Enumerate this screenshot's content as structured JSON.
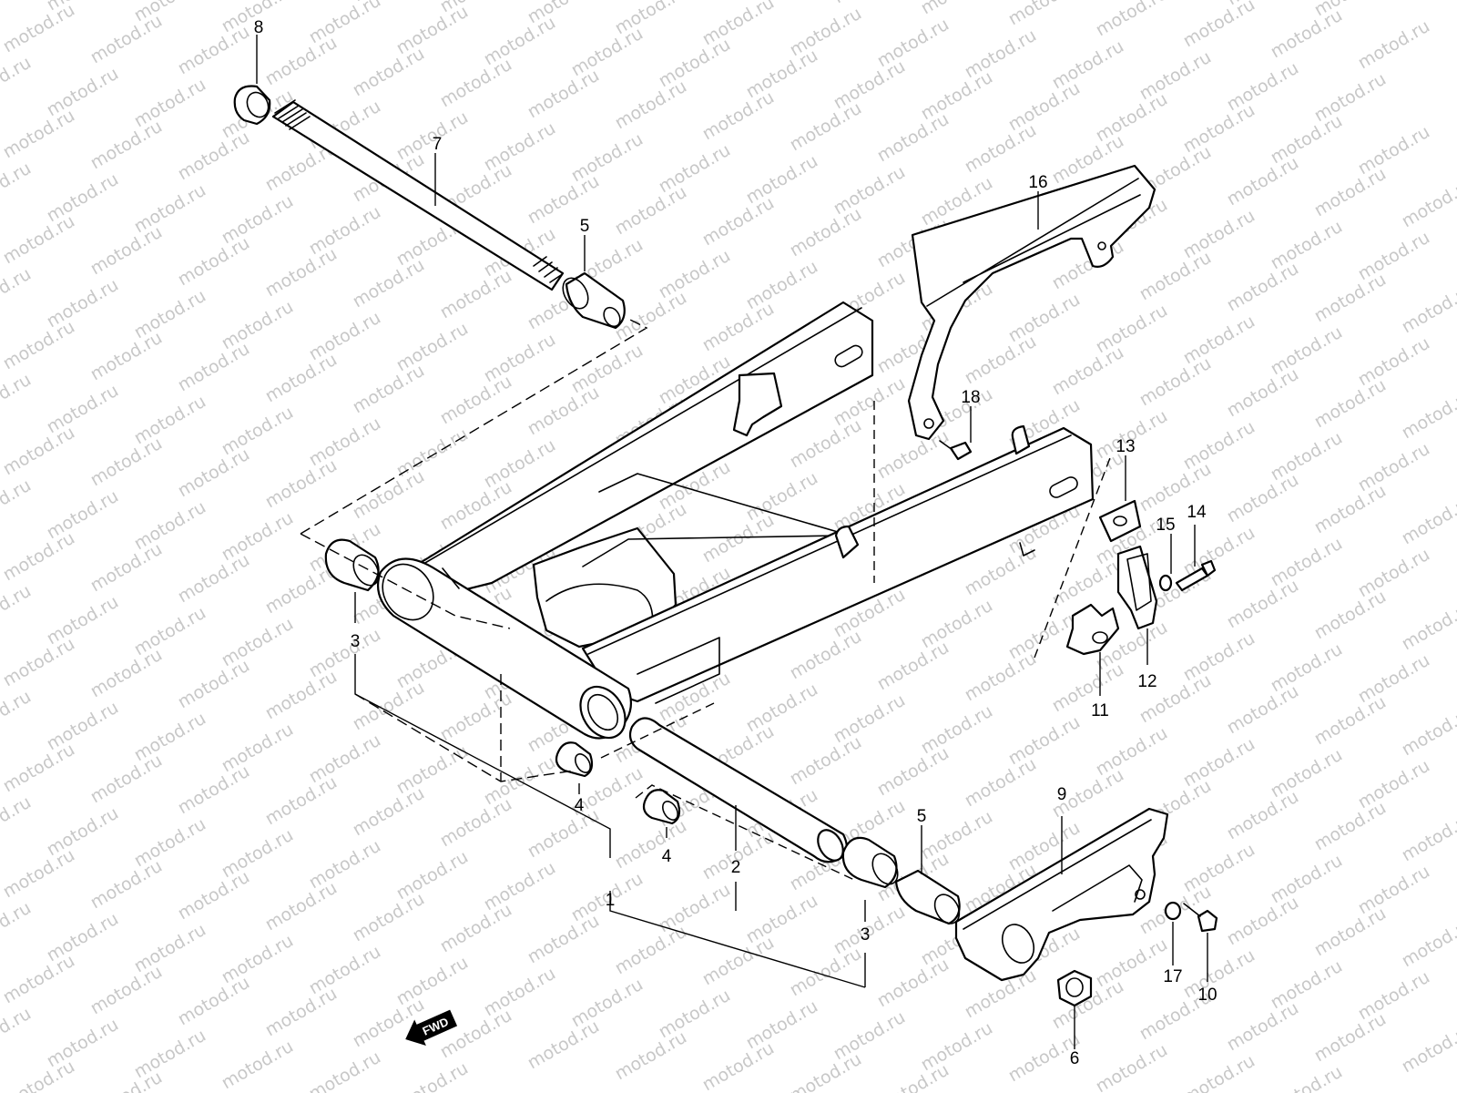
{
  "watermark": {
    "text": "motod.ru",
    "color": "#c8c8c8"
  },
  "callouts": [
    "1",
    "2",
    "3",
    "3",
    "4",
    "4",
    "5",
    "5",
    "6",
    "7",
    "8",
    "9",
    "10",
    "11",
    "12",
    "13",
    "14",
    "15",
    "16",
    "17",
    "18"
  ],
  "fwd_arrow": {
    "label": "FWD"
  },
  "colors": {
    "line": "#000000",
    "background": "#ffffff"
  }
}
